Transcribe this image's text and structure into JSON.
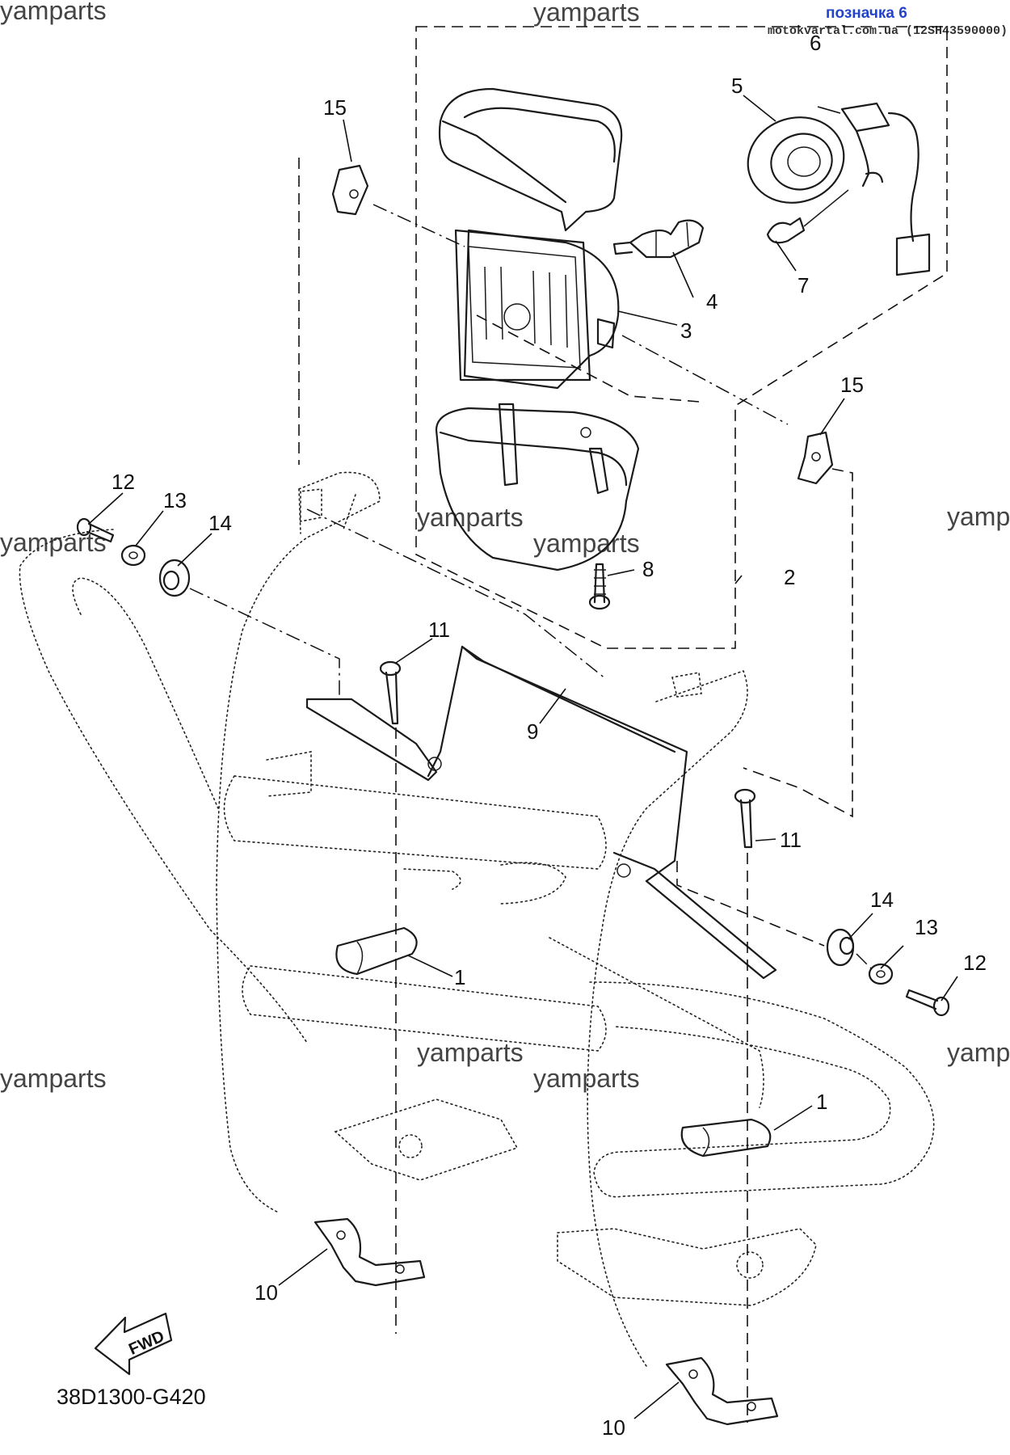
{
  "header": {
    "tag_label": "позначка 6",
    "source_text": "motokvartal.com.ua (12SH43590000)"
  },
  "watermarks": [
    "yamparts",
    "yamparts",
    "yamparts",
    "yamparts",
    "yamparts",
    "yamparts",
    "yamparts",
    "yamparts",
    "yamparts",
    "yamparts"
  ],
  "callouts": {
    "c1a": "1",
    "c1b": "1",
    "c2": "2",
    "c3": "3",
    "c4": "4",
    "c5": "5",
    "c6": "6",
    "c7": "7",
    "c8": "8",
    "c9": "9",
    "c10a": "10",
    "c10b": "10",
    "c11a": "11",
    "c11b": "11",
    "c12a": "12",
    "c12b": "12",
    "c13a": "13",
    "c13b": "13",
    "c14a": "14",
    "c14b": "14",
    "c15a": "15",
    "c15b": "15"
  },
  "fwd_label": "FWD",
  "diagram_code": "38D1300-G420"
}
